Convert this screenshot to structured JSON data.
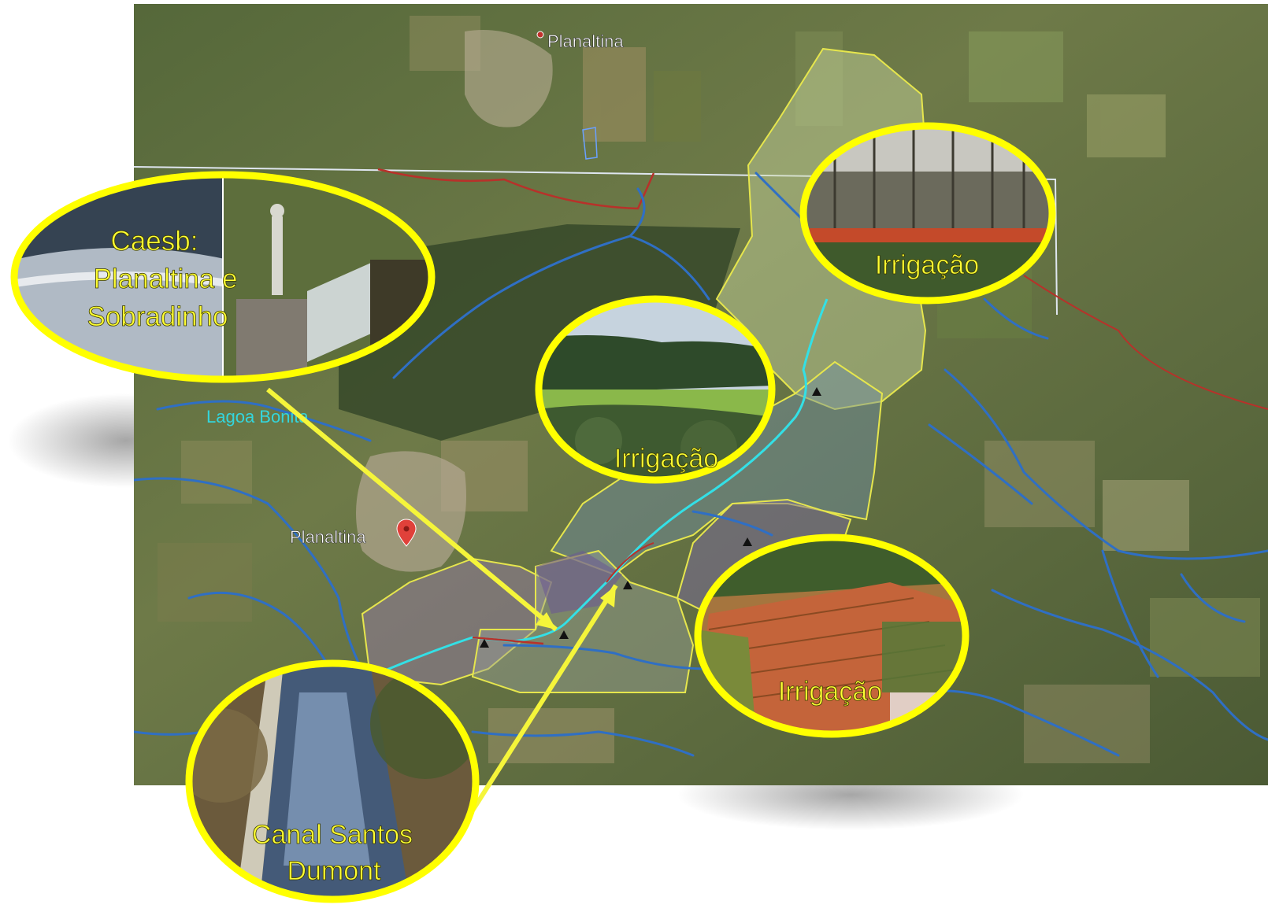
{
  "map": {
    "places": [
      {
        "name": "Planaltina"
      },
      {
        "name": "Lagoa Bonita"
      },
      {
        "name": "Planaltina"
      }
    ]
  },
  "callouts": {
    "caesb": {
      "lines": [
        "Caesb:",
        "Planaltina e",
        "Sobradinho"
      ]
    },
    "irrigacao_top": {
      "label": "Irrigação"
    },
    "irrigacao_mid": {
      "label": "Irrigação"
    },
    "irrigacao_bottom": {
      "label": "Irrigação"
    },
    "canal": {
      "lines": [
        "Canal Santos",
        "Dumont"
      ]
    }
  },
  "colors": {
    "callout_border": "#ffff00",
    "label_text": "#ffff33",
    "river": "#2f6fc4",
    "main_channel": "#33e0e6",
    "basin_outline": "#e6e64d"
  },
  "icons": {
    "place_pin": "map-pin-icon",
    "station": "triangle-marker-icon",
    "place_dot": "dot-marker-icon"
  }
}
